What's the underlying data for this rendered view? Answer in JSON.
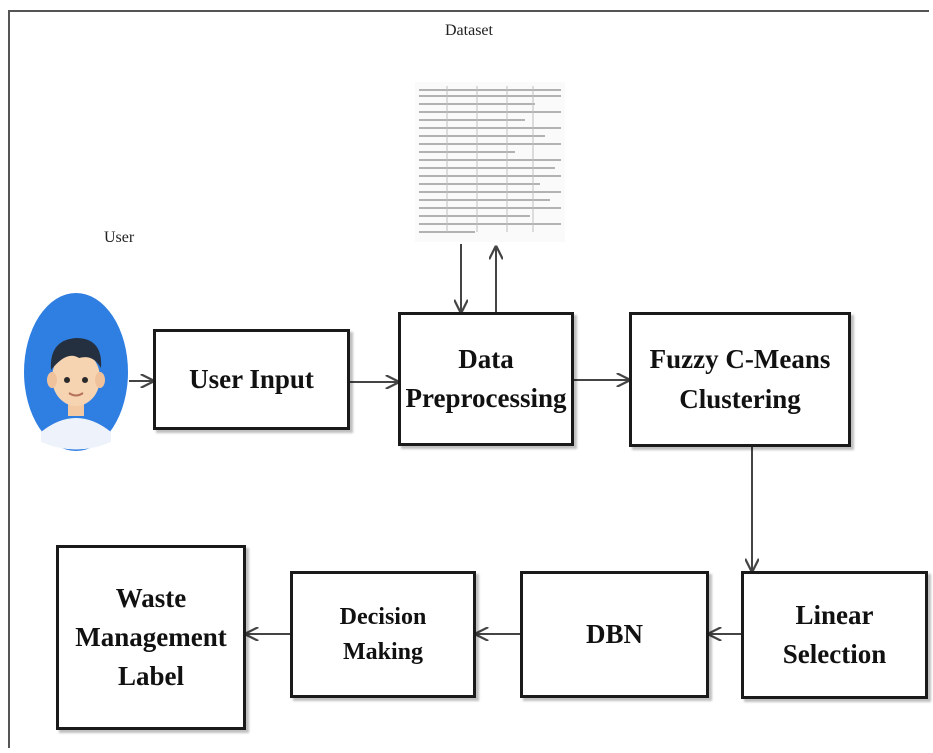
{
  "diagram": {
    "labels": {
      "dataset": "Dataset",
      "user": "User"
    },
    "nodes": {
      "user_input": "User Input",
      "data_preprocessing": [
        "Data",
        "Preprocessing"
      ],
      "fuzzy_cmeans": [
        "Fuzzy C-Means",
        "Clustering"
      ],
      "linear_selection": [
        "Linear",
        "Selection"
      ],
      "dbn": "DBN",
      "decision_making": "Decision Making",
      "waste_label": [
        "Waste",
        "Management",
        "Label"
      ]
    }
  },
  "colors": {
    "avatar_bg": "#2f7fe3",
    "border": "#1a1a1a",
    "arrow": "#444444"
  }
}
